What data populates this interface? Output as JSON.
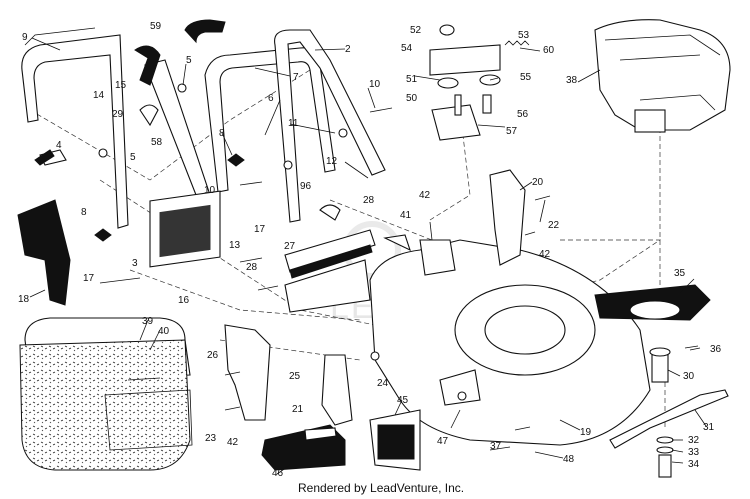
{
  "diagram": {
    "footer": "Rendered by LeadVenture, Inc.",
    "watermark": "LEADVENTURE",
    "callouts": [
      "9",
      "59",
      "2",
      "5",
      "7",
      "14",
      "15",
      "29",
      "6",
      "58",
      "8",
      "4",
      "5",
      "11",
      "10",
      "96",
      "12",
      "8",
      "10",
      "13",
      "17",
      "3",
      "17",
      "16",
      "18",
      "27",
      "28",
      "41",
      "28",
      "39",
      "40",
      "26",
      "25",
      "24",
      "21",
      "23",
      "42",
      "45",
      "46",
      "47",
      "37",
      "48",
      "19",
      "52",
      "53",
      "54",
      "60",
      "51",
      "55",
      "50",
      "56",
      "57",
      "38",
      "42",
      "20",
      "22",
      "42",
      "35",
      "36",
      "30",
      "31",
      "32",
      "33",
      "34",
      "10"
    ]
  }
}
